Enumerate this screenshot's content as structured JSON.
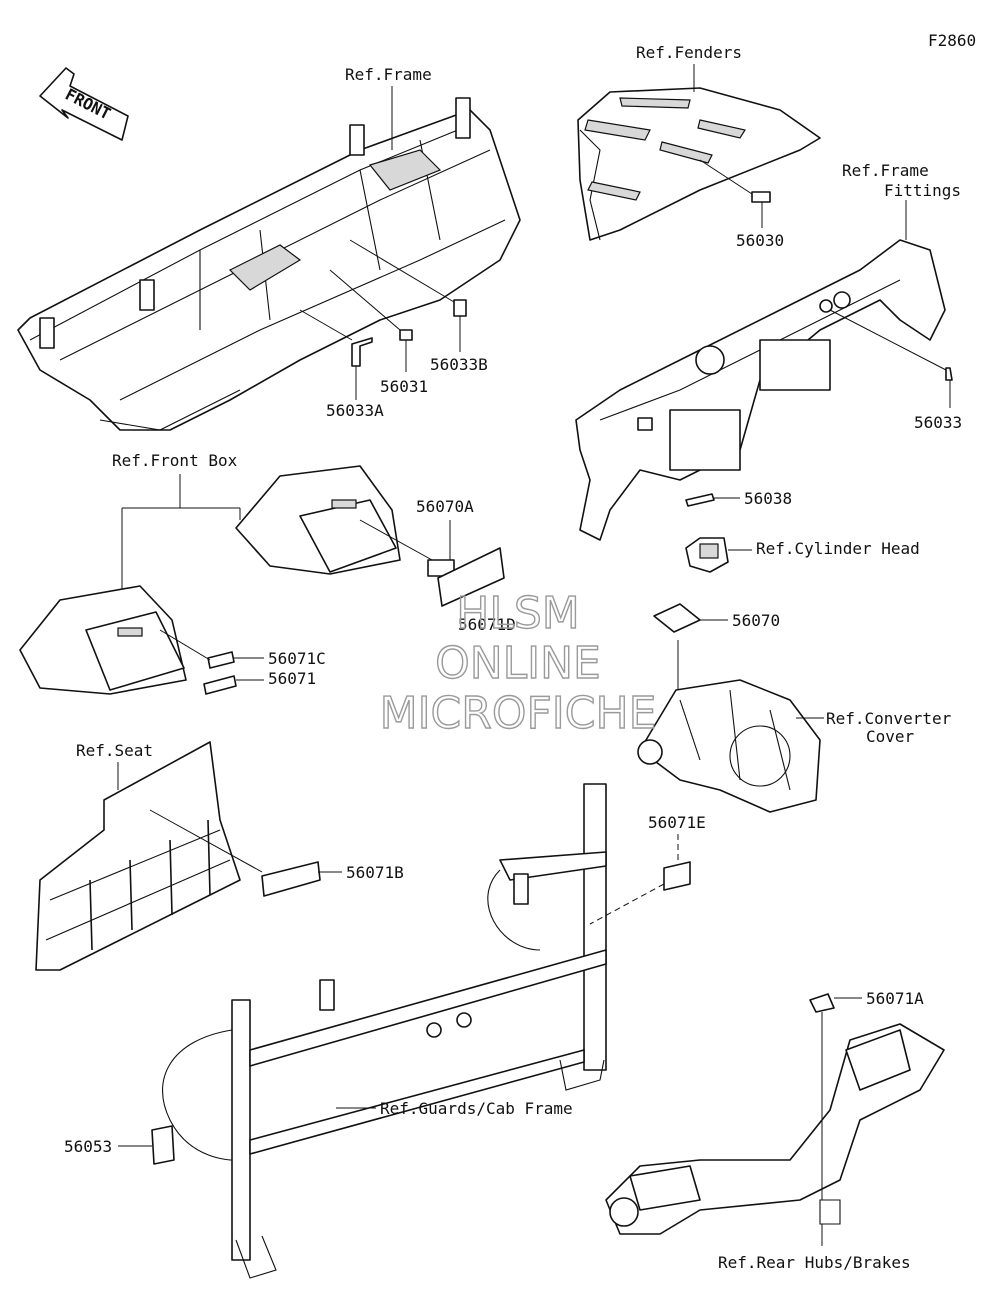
{
  "figure_code": "F2860",
  "front_arrow": "FRONT",
  "references": {
    "frame": "Ref.Frame",
    "fenders": "Ref.Fenders",
    "frame_fittings_1": "Ref.Frame",
    "frame_fittings_2": "Fittings",
    "front_box": "Ref.Front Box",
    "cylinder_head": "Ref.Cylinder Head",
    "converter_cover_1": "Ref.Converter",
    "converter_cover_2": "Cover",
    "seat": "Ref.Seat",
    "guards_cab_frame": "Ref.Guards/Cab Frame",
    "rear_hubs_brakes": "Ref.Rear Hubs/Brakes"
  },
  "parts": {
    "p56030": "56030",
    "p56033": "56033",
    "p56033A": "56033A",
    "p56031": "56031",
    "p56033B": "56033B",
    "p56038": "56038",
    "p56070A": "56070A",
    "p56071D": "56071D",
    "p56071C": "56071C",
    "p56071": "56071",
    "p56070": "56070",
    "p56071B": "56071B",
    "p56071E": "56071E",
    "p56071A": "56071A",
    "p56053": "56053"
  },
  "watermark": {
    "line1": "HLSM",
    "line2": "ONLINE",
    "line3": "MICROFICHE"
  }
}
